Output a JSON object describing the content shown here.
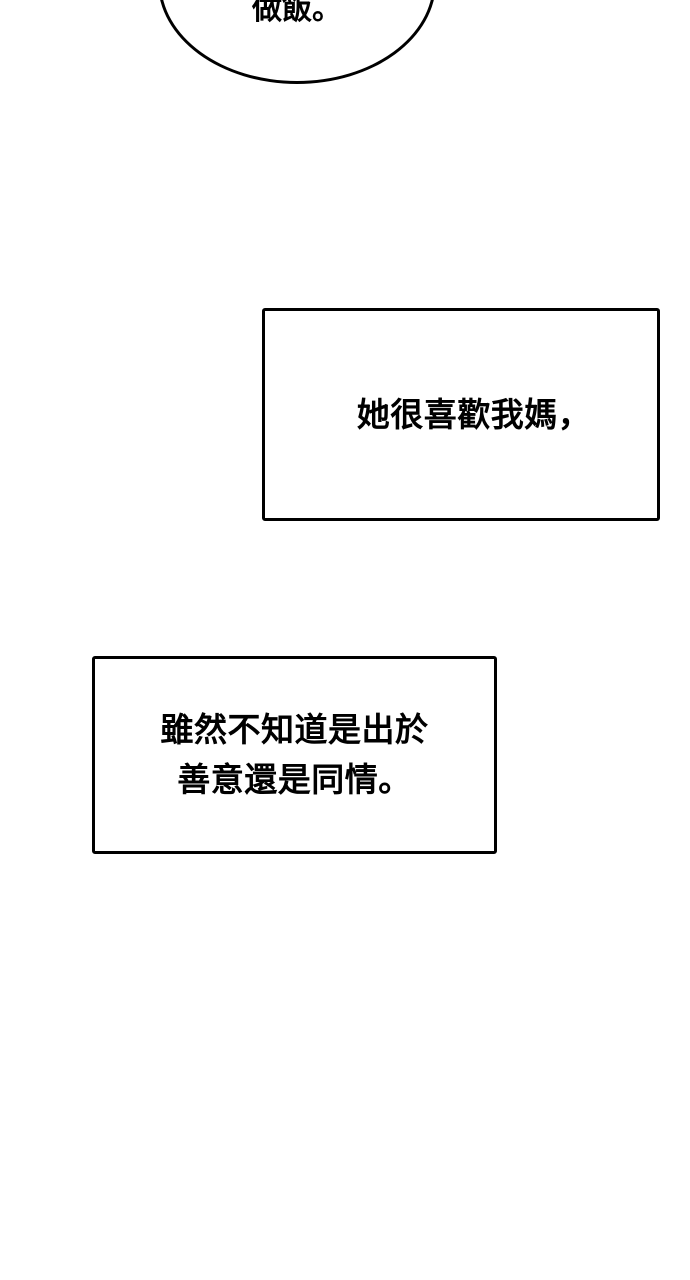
{
  "speech_bubble": {
    "text": "做飯。"
  },
  "captions": [
    {
      "lines": [
        "她很喜歡我媽，"
      ]
    },
    {
      "lines": [
        "雖然不知道是出於",
        "善意還是同情。"
      ]
    }
  ]
}
